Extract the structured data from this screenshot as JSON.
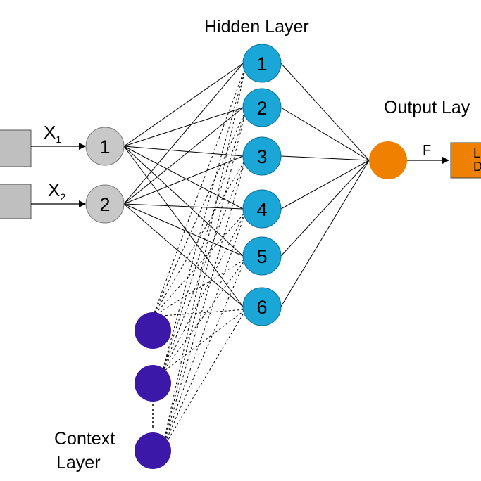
{
  "labels": {
    "hidden_layer": "Hidden Layer",
    "output_layer": "Output Lay",
    "context_layer_line1": "Context",
    "context_layer_line2": "Layer",
    "x1_base": "X",
    "x1_sub": "1",
    "x2_base": "X",
    "x2_sub": "2",
    "f_label": "F",
    "output_box_line1": "L",
    "output_box_line2": "D"
  },
  "input_nodes": [
    "1",
    "2"
  ],
  "hidden_nodes": [
    "1",
    "2",
    "3",
    "4",
    "5",
    "6"
  ],
  "colors": {
    "input_box": "#bfbfbf",
    "input_node": "#c8c8c8",
    "hidden_node": "#1ba6d8",
    "context_node": "#3b18a8",
    "output_node": "#f08000",
    "output_box": "#f08000",
    "edge": "#000000"
  }
}
